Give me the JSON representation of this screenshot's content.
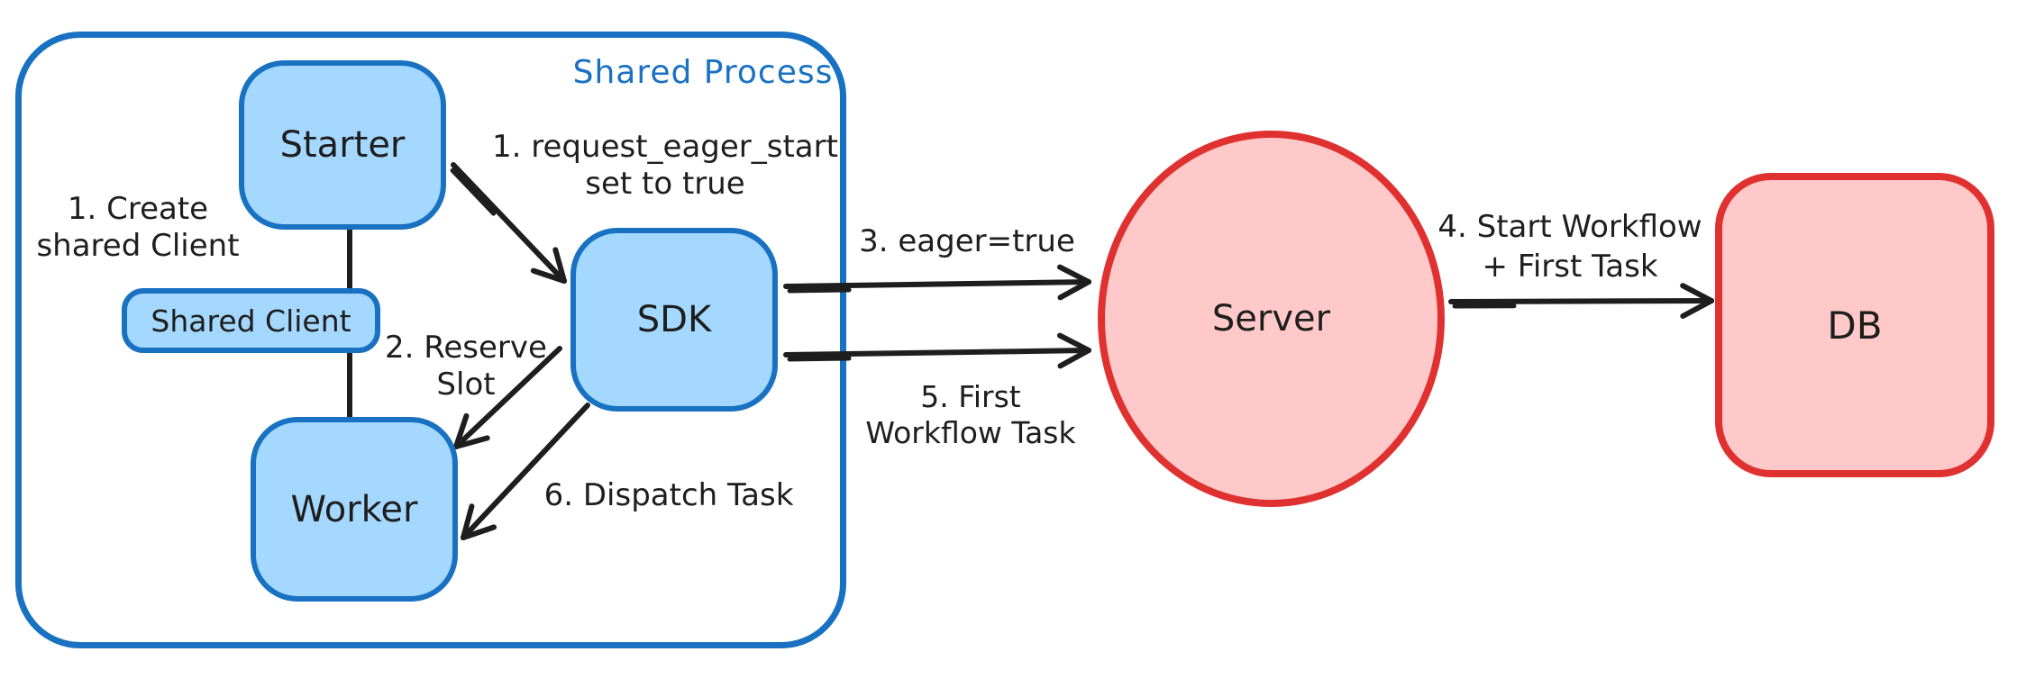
{
  "diagram_title": "Shared Process",
  "colors": {
    "blue_stroke": "#1971c2",
    "blue_fill": "#a5d8ff",
    "red_stroke": "#e03131",
    "red_fill": "#ffc9c9",
    "ink": "#1e1e1e",
    "background": "#ffffff"
  },
  "nodes": {
    "starter": {
      "label": "Starter"
    },
    "shared_client": {
      "label": "Shared Client"
    },
    "worker": {
      "label": "Worker"
    },
    "sdk": {
      "label": "SDK"
    },
    "server": {
      "label": "Server"
    },
    "db": {
      "label": "DB"
    }
  },
  "annotations": {
    "create_client": "1. Create\nshared Client",
    "request_eager_start": "1. request_eager_start\nset to true",
    "reserve_slot": "2. Reserve\nSlot",
    "eager_true": "3. eager=true",
    "start_workflow": "4. Start Workflow\n+ First Task",
    "first_workflow_task": "5. First\nWorkflow Task",
    "dispatch_task": "6. Dispatch Task"
  }
}
